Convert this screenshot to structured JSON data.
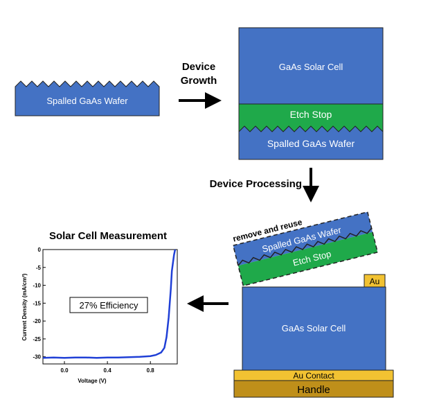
{
  "labels": {
    "wafer_left": "Spalled GaAs Wafer",
    "device_growth_line1": "Device",
    "device_growth_line2": "Growth",
    "top_cell": "GaAs Solar Cell",
    "top_etch": "Etch Stop",
    "top_wafer": "Spalled GaAs Wafer",
    "device_processing": "Device Processing",
    "remove_reuse": "remove and reuse",
    "tilted_wafer": "Spalled GaAs Wafer",
    "tilted_etch": "Etch Stop",
    "au": "Au",
    "bottom_cell": "GaAs Solar Cell",
    "au_contact": "Au Contact",
    "handle": "Handle",
    "measurement_title": "Solar Cell Measurement"
  },
  "colors": {
    "gaas_blue": "#4472c4",
    "etch_green": "#1fa94a",
    "au_gold": "#f2c232",
    "handle_brown": "#bf8f1a",
    "curve_blue": "#1f3fd6"
  },
  "chart_data": {
    "type": "line",
    "title": "Solar Cell Measurement",
    "xlabel": "Voltage (V)",
    "ylabel": "Current Density (mA/cm²)",
    "xlim": [
      -0.2,
      1.05
    ],
    "ylim": [
      -32,
      0
    ],
    "xticks": [
      0.0,
      0.4,
      0.8
    ],
    "xtick_labels": [
      "0.0",
      "0.4",
      "0.8"
    ],
    "yticks": [
      0,
      -5,
      -10,
      -15,
      -20,
      -25,
      -30
    ],
    "ytick_labels": [
      "0",
      "-5",
      "-10",
      "-15",
      "-20",
      "-25",
      "-30"
    ],
    "annotation": "27% Efficiency",
    "series": [
      {
        "x": [
          -0.2,
          -0.1,
          0.0,
          0.1,
          0.2,
          0.3,
          0.4,
          0.5,
          0.6,
          0.7,
          0.8,
          0.85,
          0.9,
          0.93,
          0.95,
          0.97,
          0.99,
          1.0,
          1.02,
          1.03
        ],
        "y": [
          -30.3,
          -30.2,
          -30.3,
          -30.2,
          -30.2,
          -30.3,
          -30.2,
          -30.2,
          -30.1,
          -30.0,
          -29.8,
          -29.5,
          -28.8,
          -27.5,
          -24.5,
          -19.0,
          -11.0,
          -6.0,
          -1.5,
          0.0
        ]
      }
    ]
  }
}
